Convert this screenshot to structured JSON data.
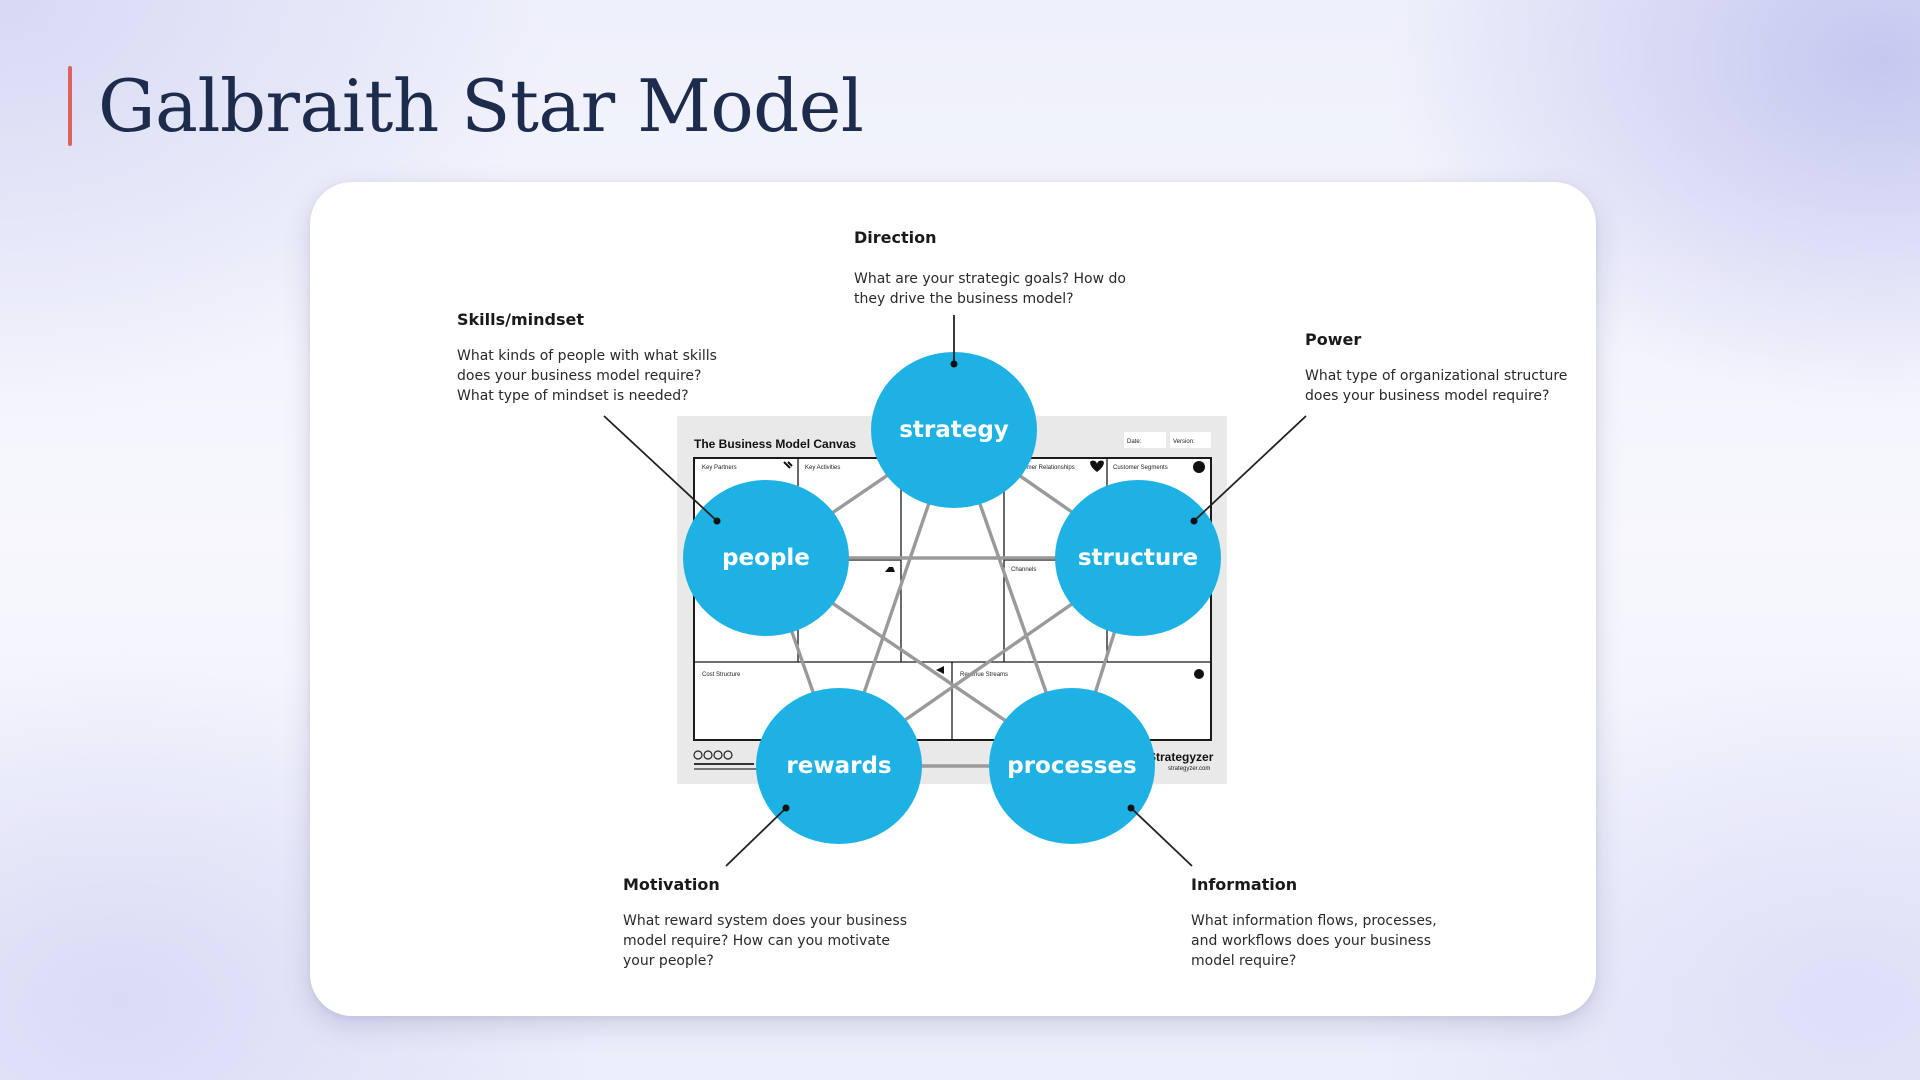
{
  "page": {
    "title": "Galbraith Star Model"
  },
  "colors": {
    "node_fill": "#1eb1e4",
    "title_accent": "#e0605e",
    "title_text": "#1d2b4c",
    "connector": "#9a9a9a"
  },
  "canvas_image": {
    "title": "The Business Model Canvas",
    "cells": {
      "key_partners": "Key Partners",
      "key_activities": "Key Activities",
      "customer_relationships": "Customer Relationships",
      "customer_segments": "Customer Segments",
      "channels": "Channels",
      "cost_structure": "Cost Structure",
      "revenue_streams": "Revenue Streams"
    },
    "header_fields": {
      "date": "Date:",
      "version": "Version:"
    },
    "brand": "Strategyzer",
    "brand_url": "strategyzer.com"
  },
  "nodes": {
    "strategy": "strategy",
    "structure": "structure",
    "processes": "processes",
    "rewards": "rewards",
    "people": "people"
  },
  "annotations": {
    "direction": {
      "heading": "Direction",
      "lines": [
        "What are your strategic goals? How do",
        "they drive the business model?"
      ]
    },
    "power": {
      "heading": "Power",
      "lines": [
        "What type of organizational structure",
        "does your business model require?"
      ]
    },
    "information": {
      "heading": "Information",
      "lines": [
        "What information flows, processes,",
        "and workflows does your business",
        "model require?"
      ]
    },
    "motivation": {
      "heading": "Motivation",
      "lines": [
        "What reward system does your business",
        "model require? How can you motivate",
        "your people?"
      ]
    },
    "skills": {
      "heading": "Skills/mindset",
      "lines": [
        "What kinds of people with what skills",
        "does your business model require?",
        "What type of mindset is needed?"
      ]
    }
  }
}
